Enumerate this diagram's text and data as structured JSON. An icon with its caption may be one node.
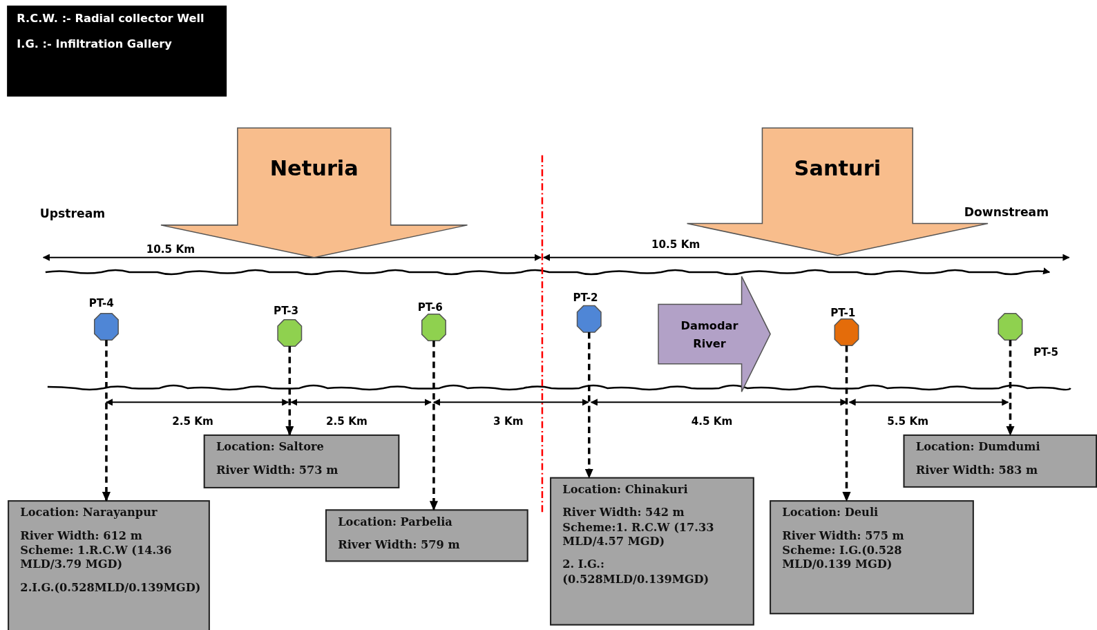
{
  "diagram": {
    "nodes": [
      {
        "text": [
          "R.C.W. :- Radial collector Well",
          "I.G. :- Infiltration Gallery"
        ]
      },
      {
        "text": [
          "Neturia"
        ]
      },
      {
        "text": [
          "Santuri"
        ]
      },
      {
        "text": [
          "Damodar River"
        ]
      },
      {
        "text": [
          "PT-4"
        ]
      },
      {
        "text": [
          "PT-3"
        ]
      },
      {
        "text": [
          "PT-6"
        ]
      },
      {
        "text": [
          "PT-2"
        ]
      },
      {
        "text": [
          "PT-1"
        ]
      },
      {
        "text": [
          "PT-5"
        ]
      },
      {
        "text": [
          "Location: Narayanpur",
          "River Width: 612 m",
          "Scheme: 1.R.C.W (14.36 MLD/3.79 MGD)",
          "2.I.G.(0.528MLD/0.139MGD)"
        ]
      },
      {
        "text": [
          "Location: Saltore",
          "River Width: 573 m"
        ]
      },
      {
        "text": [
          "Location: Parbelia",
          "River Width: 579 m"
        ]
      },
      {
        "text": [
          "Location: Chinakuri",
          "River Width: 542 m",
          "Scheme:1. R.C.W (17.33 MLD/4.57 MGD)",
          "2. I.G.: (0.528MLD/0.139MGD)"
        ]
      },
      {
        "text": [
          "Location: Deuli",
          "River Width: 575 m",
          "Scheme: I.G.(0.528 MLD/0.139 MGD)"
        ]
      },
      {
        "text": [
          "Location: Dumdumi",
          "River Width: 583 m"
        ]
      }
    ],
    "edges": [
      {
        "from": 4,
        "to": 10,
        "arrow": "to",
        "style": "dashed"
      },
      {
        "from": 5,
        "to": 11,
        "arrow": "to",
        "style": "dashed"
      },
      {
        "from": 6,
        "to": 12,
        "arrow": "to",
        "style": "dashed"
      },
      {
        "from": 7,
        "to": 13,
        "arrow": "to",
        "style": "dashed"
      },
      {
        "from": 8,
        "to": 14,
        "arrow": "to",
        "style": "dashed"
      },
      {
        "from": 9,
        "to": 15,
        "arrow": "to",
        "style": "dashed"
      }
    ],
    "labels": [
      "Upstream",
      "Downstream",
      "10.5 Km",
      "10.5 Km",
      "2.5 Km",
      "2.5 Km",
      "3 Km",
      "4.5 Km",
      "5.5 Km"
    ]
  }
}
